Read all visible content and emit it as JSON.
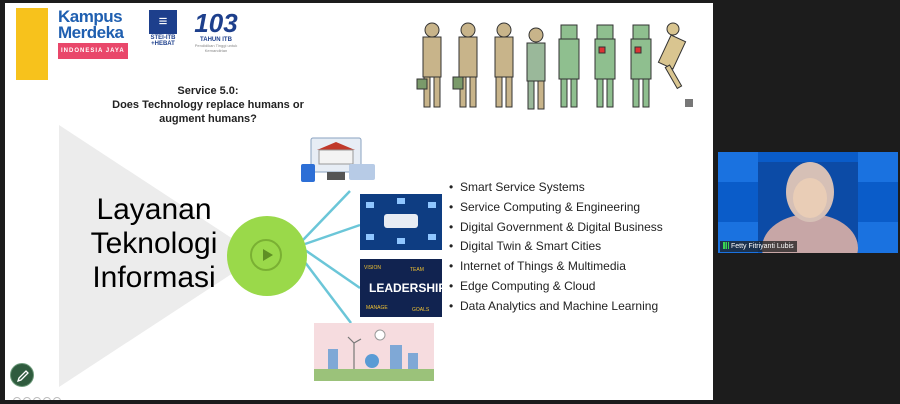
{
  "logos": {
    "kampus_line1": "Kampus",
    "kampus_line2": "Merdeka",
    "kampus_tagline": "INDONESIA JAYA",
    "stei_label": "STEI-ITB",
    "stei_hebat": "+HEBAT",
    "itb_number": "103",
    "itb_label": "TAHUN ITB",
    "itb_sub": "Pendidikan Tinggi untuk Kemandirian"
  },
  "slide": {
    "title_line1": "Service 5.0:",
    "title_line2": "Does Technology replace humans or",
    "title_line3": "augment humans?",
    "big_text_line1": "Layanan",
    "big_text_line2": "Teknologi",
    "big_text_line3": "Informasi",
    "leadership_word": "LEADERSHIP",
    "bullets": [
      "Smart Service Systems",
      "Service Computing & Engineering",
      "Digital Government & Digital Business",
      "Digital Twin & Smart Cities",
      "Internet of Things & Multimedia",
      "Edge Computing & Cloud",
      "Data Analytics and Machine Learning"
    ]
  },
  "participant": {
    "name": "Fetty Fitriyanti Lubis"
  },
  "colors": {
    "green": "#9ad94a",
    "yellow": "#f7c21c",
    "blue": "#1d3f8c",
    "video_bg": "#0a5cc9"
  }
}
